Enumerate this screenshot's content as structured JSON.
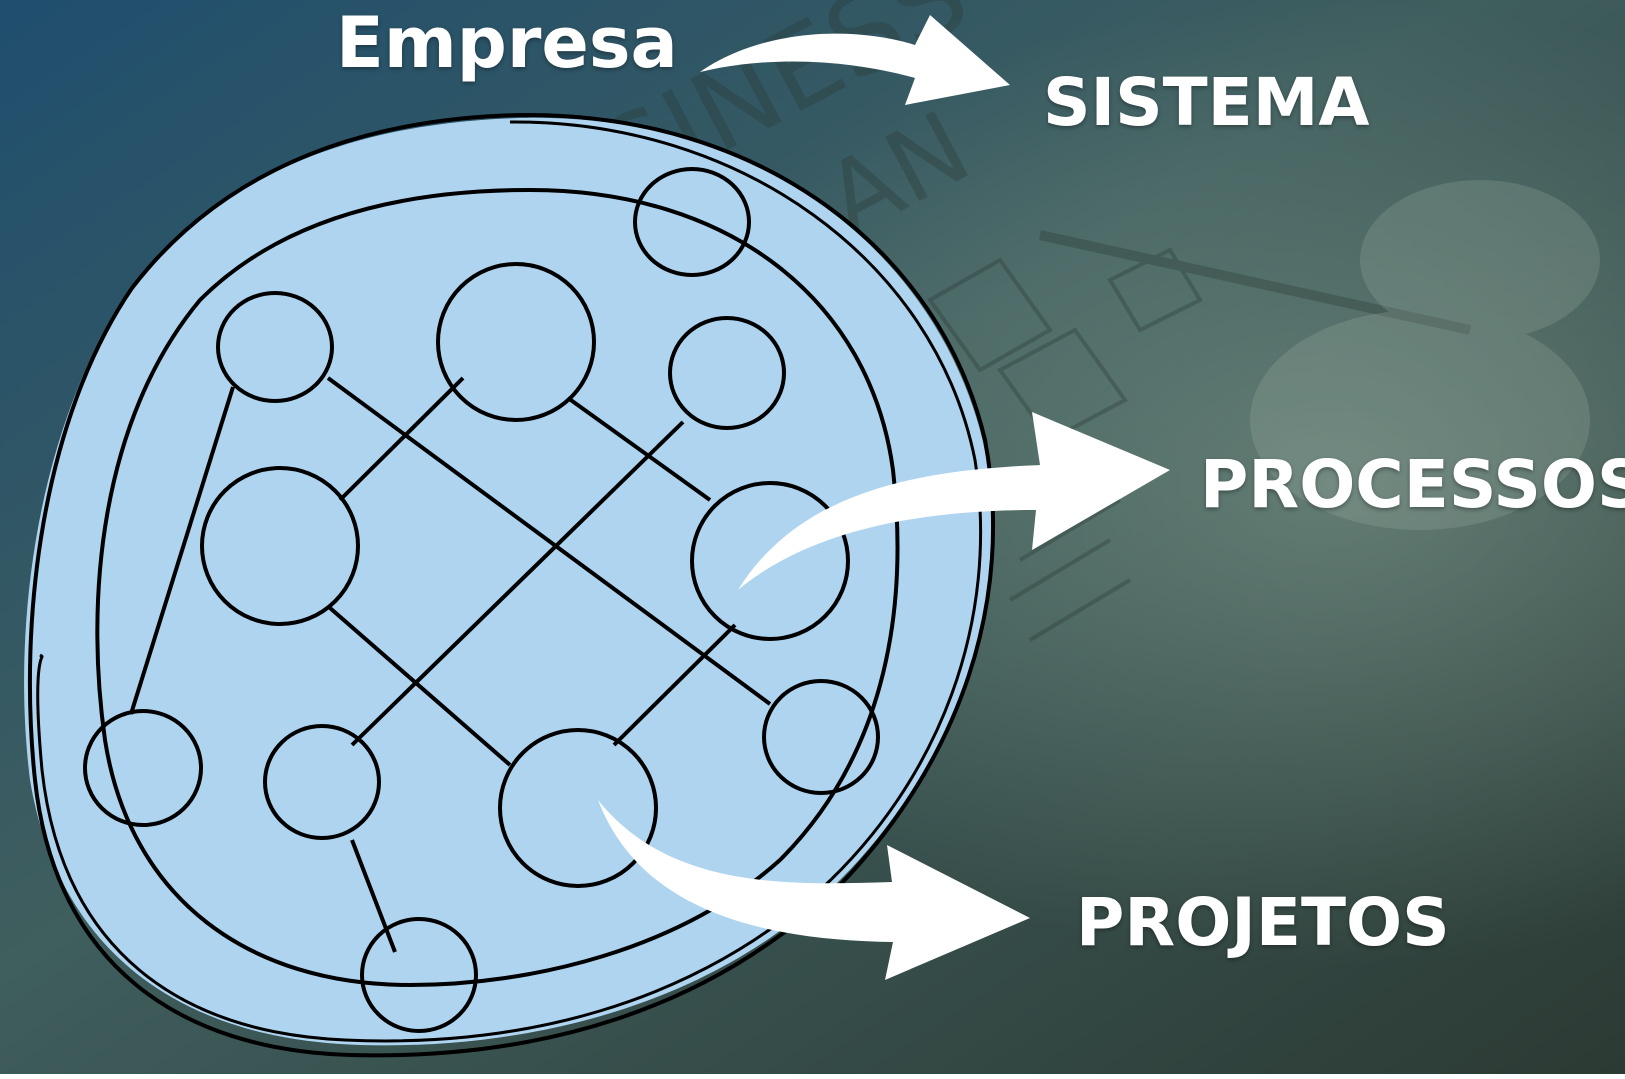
{
  "labels": {
    "empresa": "Empresa",
    "sistema": "SISTEMA",
    "processos": "PROCESSOS",
    "projetos": "PROJETOS"
  },
  "background_sketch": {
    "line1": "SINESS",
    "line2": "PLAN"
  },
  "colors": {
    "background_dark": "#1f3d55",
    "background_mid": "#4d6a66",
    "background_light": "#6f8a80",
    "system_fill": "#aed4f0",
    "stroke": "#000000",
    "arrow": "#ffffff",
    "text": "#ffffff"
  }
}
